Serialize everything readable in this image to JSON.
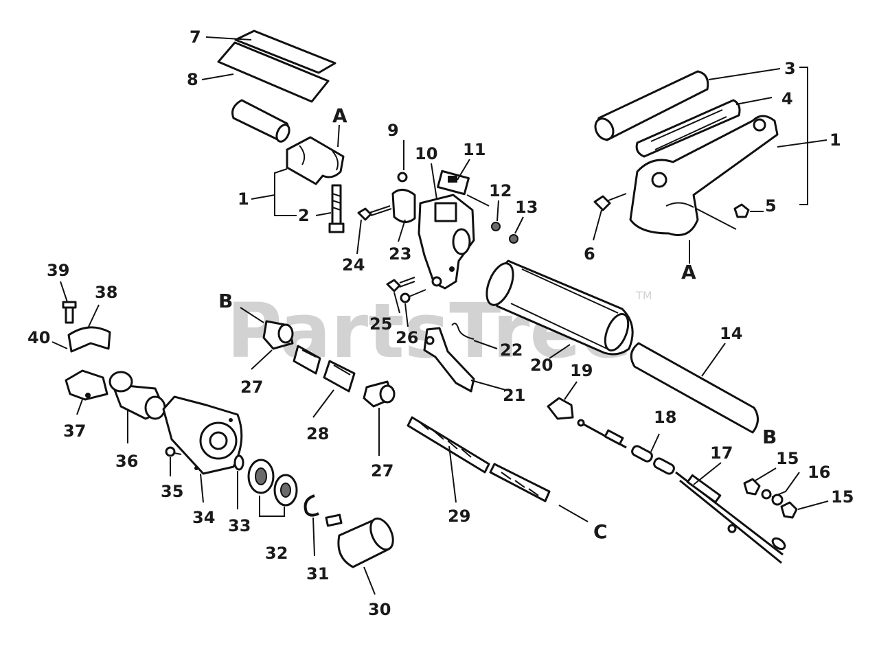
{
  "watermark": {
    "text": "PartsTree",
    "tm": "TM"
  },
  "labels": {
    "l1a": "1",
    "l1b": "1",
    "l2": "2",
    "l3": "3",
    "l4": "4",
    "l5": "5",
    "l6": "6",
    "l7": "7",
    "l8": "8",
    "l9": "9",
    "l10": "10",
    "l11": "11",
    "l12": "12",
    "l13": "13",
    "l14": "14",
    "l15a": "15",
    "l15b": "15",
    "l16": "16",
    "l17": "17",
    "l18": "18",
    "l19": "19",
    "l20": "20",
    "l21": "21",
    "l22": "22",
    "l23": "23",
    "l24": "24",
    "l25": "25",
    "l26": "26",
    "l27a": "27",
    "l27b": "27",
    "l28": "28",
    "l29": "29",
    "l30": "30",
    "l31": "31",
    "l32": "32",
    "l33": "33",
    "l34": "34",
    "l35": "35",
    "l36": "36",
    "l37": "37",
    "l38": "38",
    "l39": "39",
    "l40": "40",
    "refA1": "A",
    "refA2": "A",
    "refB1": "B",
    "refB2": "B",
    "refC": "C"
  }
}
